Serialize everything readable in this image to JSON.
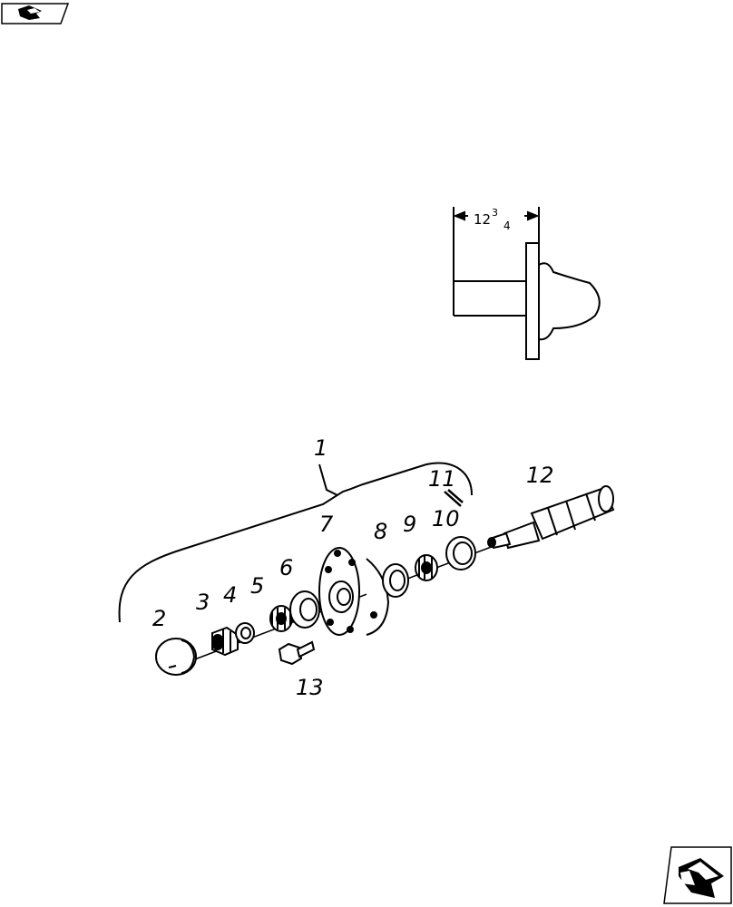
{
  "dimension": {
    "whole": "12",
    "numerator": "3",
    "denominator": "4"
  },
  "callouts": {
    "c1": "1",
    "c2": "2",
    "c3": "3",
    "c4": "4",
    "c5": "5",
    "c6": "6",
    "c7": "7",
    "c8": "8",
    "c9": "9",
    "c10": "10",
    "c11": "11",
    "c12": "12",
    "c13": "13"
  },
  "nav": {
    "prev_icon": "arrow-back-icon",
    "next_icon": "arrow-forward-icon"
  }
}
